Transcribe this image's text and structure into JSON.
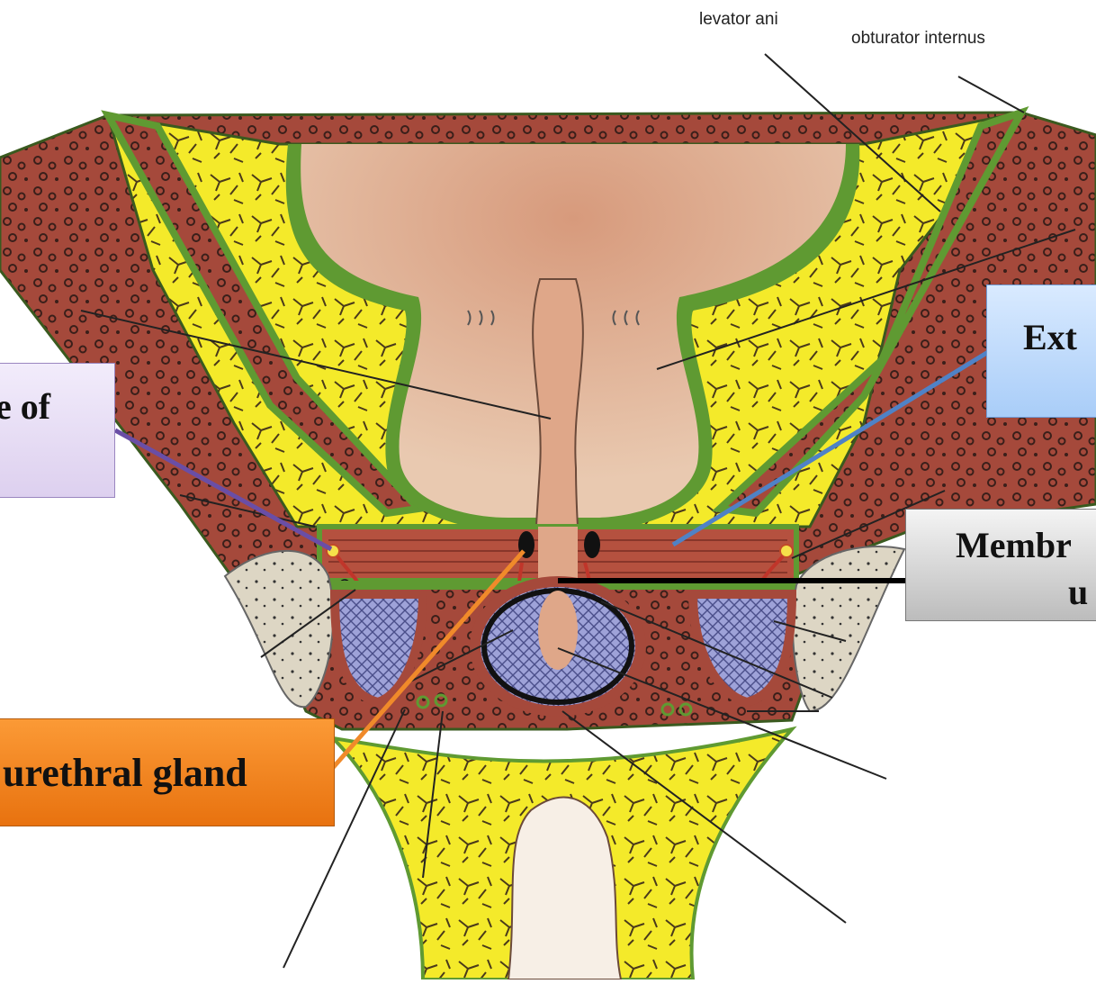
{
  "labels": {
    "levator_ani": "levator ani",
    "obturator_internus": "obturator internus"
  },
  "callouts": {
    "left": "e of",
    "right_top": "Ext",
    "right_mid_line1": "Membr",
    "right_mid_line2": "u",
    "bottom": "urethral gland"
  },
  "colors": {
    "muscle_red": "#a5493b",
    "fat_yellow": "#f4ea2a",
    "fascia_green": "#5f9a32",
    "bladder_tan": "#e5b9a2",
    "bone_beige": "#ddd6c4",
    "bulb_blue": "#9ea2d8",
    "callout_purple": "#6a4ea6",
    "callout_blue": "#4f82c6",
    "callout_orange": "#f08a2a"
  }
}
